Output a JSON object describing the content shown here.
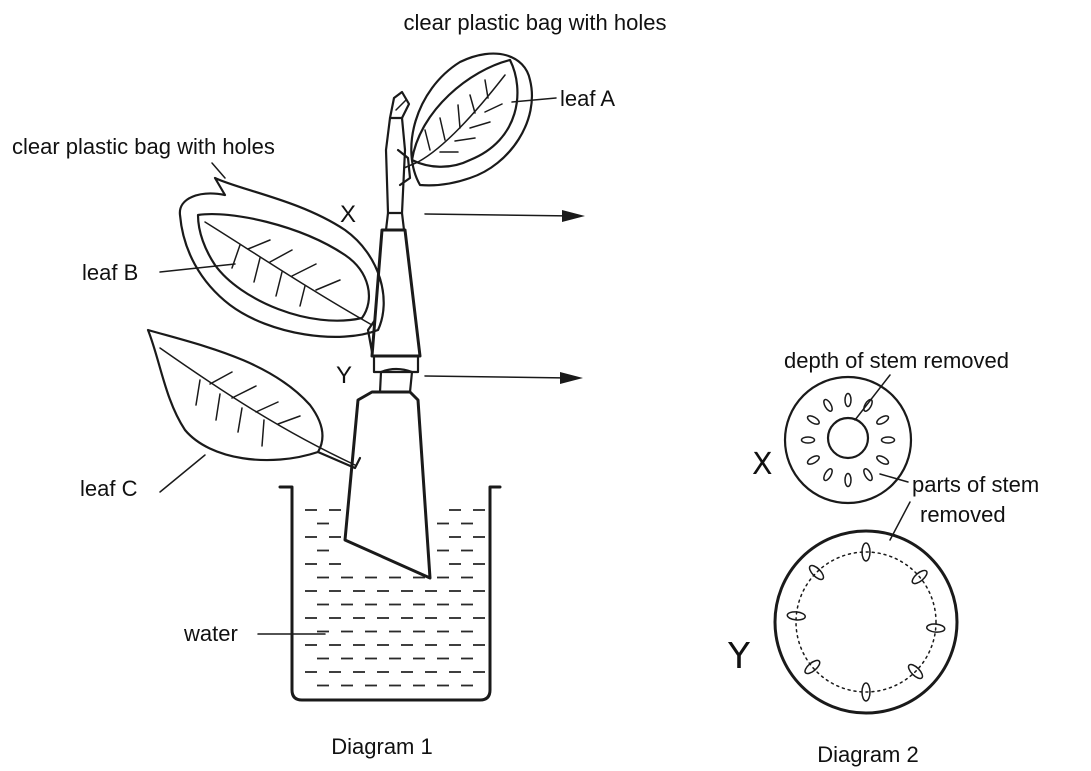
{
  "diagram1": {
    "caption": "Diagram 1",
    "labels": {
      "bag_top": "clear plastic bag with holes",
      "bag_left": "clear plastic bag with holes",
      "leaf_a": "leaf A",
      "leaf_b": "leaf B",
      "leaf_c": "leaf C",
      "water": "water",
      "x": "X",
      "y": "Y"
    }
  },
  "diagram2": {
    "caption": "Diagram 2",
    "labels": {
      "depth": "depth of stem removed",
      "parts_line1": "parts of stem",
      "parts_line2": "removed",
      "x": "X",
      "y": "Y"
    }
  }
}
